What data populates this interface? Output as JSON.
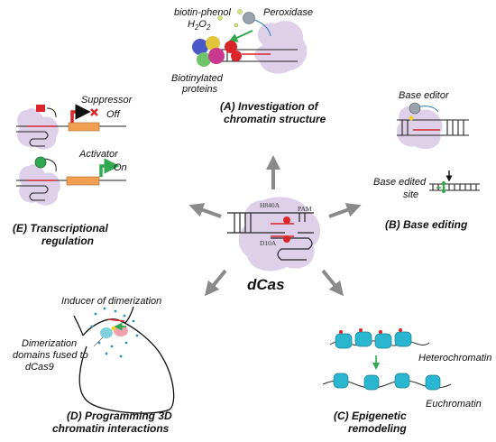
{
  "title": "dCas",
  "core": {
    "mutation_top": "H840A",
    "mutation_bottom": "D10A",
    "pam": "PAM"
  },
  "panel_a": {
    "title_line1": "(A) Investigation of",
    "title_line2": "chromatin structure",
    "biotin_phenol": "biotin-phenol",
    "h2o2": "H",
    "h2o2_sub1": "2",
    "h2o2_mid": "O",
    "h2o2_sub2": "2",
    "peroxidase": "Peroxidase",
    "biotinylated_line1": "Biotinylated",
    "biotinylated_line2": "proteins"
  },
  "panel_b": {
    "title": "(B) Base editing",
    "base_editor": "Base editor",
    "edited_line1": "Base edited",
    "edited_line2": "site"
  },
  "panel_c": {
    "title_line1": "(C) Epigenetic",
    "title_line2": "remodeling",
    "heterochromatin": "Heterochromatin",
    "euchromatin": "Euchromatin"
  },
  "panel_d": {
    "title_line1": "(D) Programming 3D",
    "title_line2": "chromatin interactions",
    "inducer": "Inducer of dimerization",
    "domains_line1": "Dimerization",
    "domains_line2": "domains fused to",
    "domains_line3": "dCas9"
  },
  "panel_e": {
    "title_line1": "(E) Transcriptional",
    "title_line2": "regulation",
    "suppressor": "Suppressor",
    "off": "Off",
    "activator": "Activator",
    "on": "On"
  },
  "colors": {
    "cas_body": "#ddd0e8",
    "arrow": "#8a8a8a",
    "red": "#d9262b",
    "green": "#2fa84f",
    "orange": "#f0a050",
    "histone": "#2bb6cf",
    "dna": "#222222"
  }
}
